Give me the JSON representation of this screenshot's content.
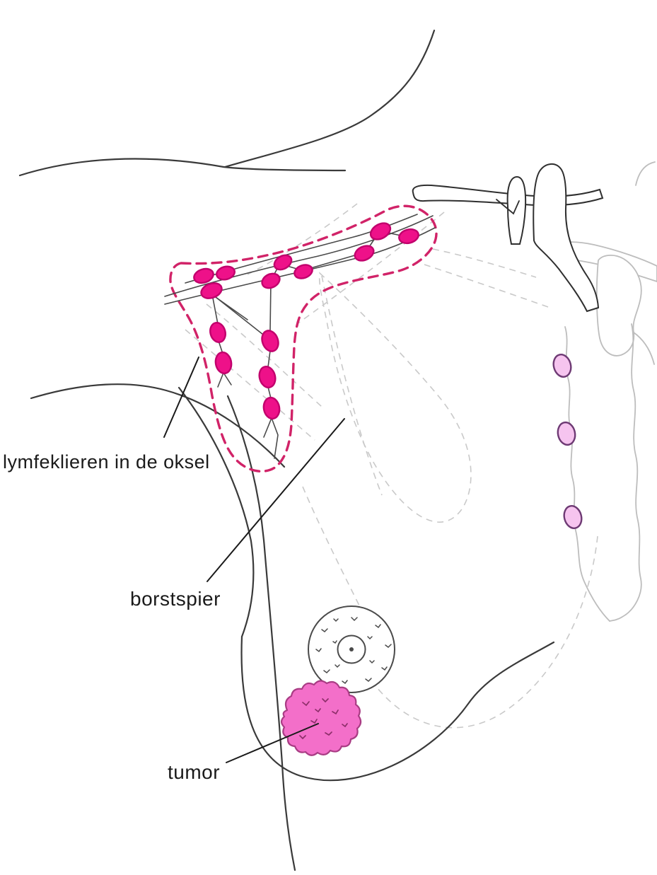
{
  "figure": {
    "type": "anatomical-diagram",
    "subject": "breast with tumor and axillary lymph nodes",
    "language": "nl",
    "labels": [
      {
        "id": "lymph-nodes-axilla",
        "text": "lymfeklieren in de oksel"
      },
      {
        "id": "pectoral-muscle",
        "text": "borstspier"
      },
      {
        "id": "tumor",
        "text": "tumor"
      }
    ],
    "legend_icons": [
      {
        "name": "bright-lymph-node",
        "meaning": "lymph node chain in armpit"
      },
      {
        "name": "pale-lymph-node",
        "meaning": "internal lymph nodes along sternum"
      },
      {
        "name": "dashed-region",
        "meaning": "axillary lymph node region outline"
      }
    ],
    "colors": {
      "node_fill": "#ee1189",
      "node_stroke": "#c1006c",
      "pale_node_fill": "#f6c4ef",
      "pale_node_stroke": "#6e3a74",
      "region_dash": "#d12368",
      "tumor_fill": "#f36fc9",
      "tumor_stroke": "#a93c84",
      "body_line": "#3a3a3a",
      "bone_line": "#bdbdbd",
      "muscle_dash": "#c9c9c9",
      "label_text": "#1a1a1a"
    }
  }
}
